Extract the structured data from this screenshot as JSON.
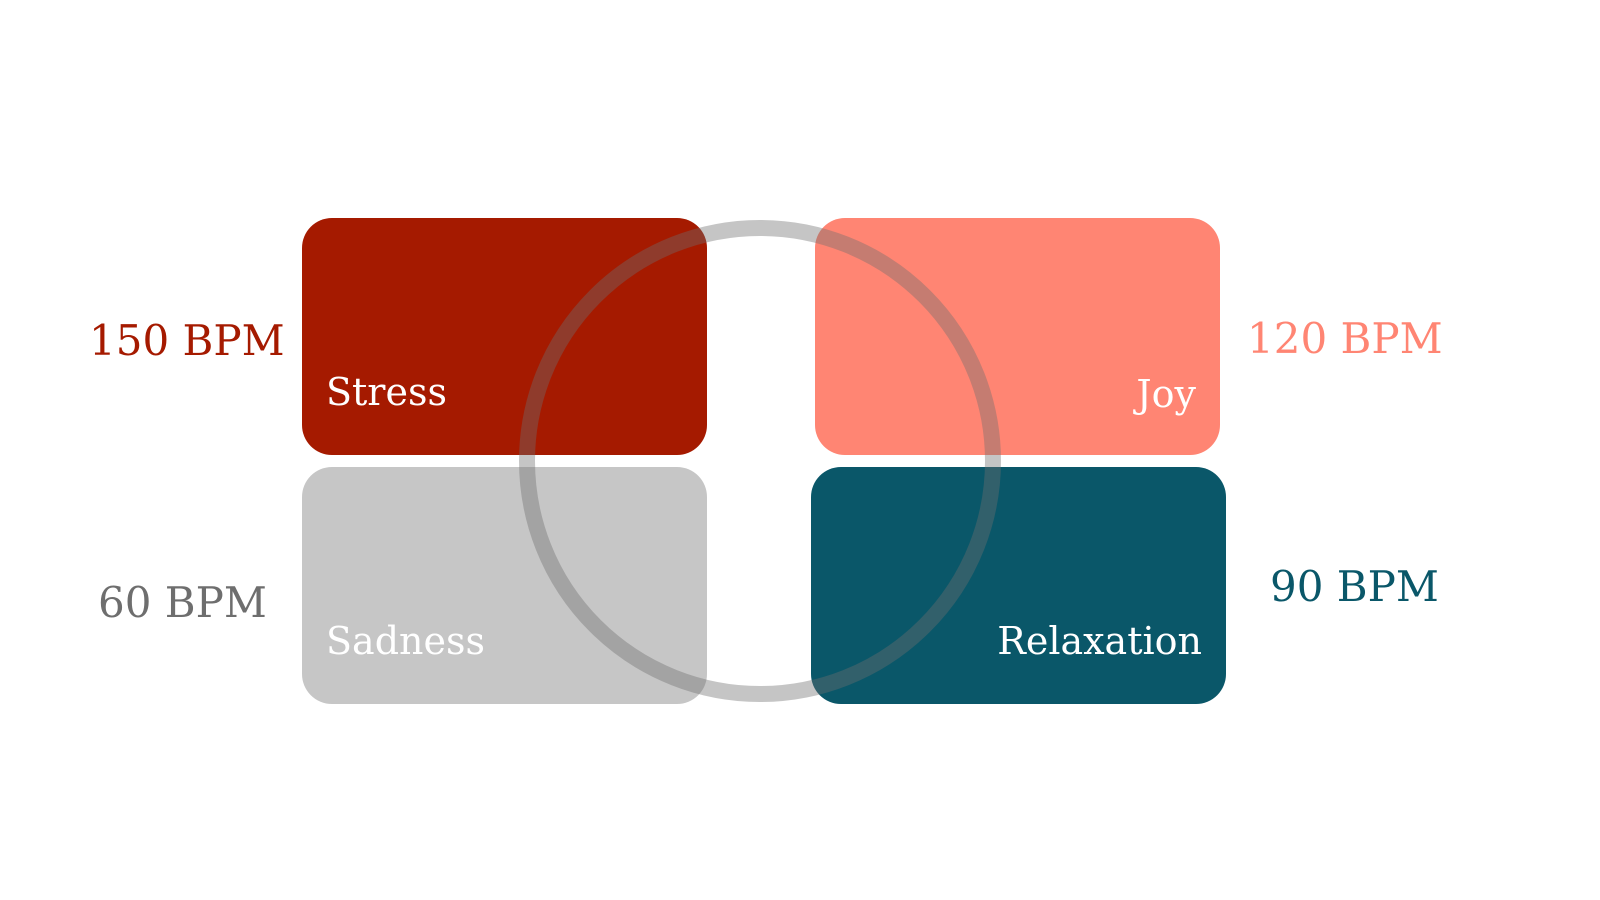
{
  "colors": {
    "stress": "#a51a00",
    "joy": "#ff8573",
    "sadness": "#c6c6c6",
    "relaxation": "#0a5769",
    "ring": "#6e6e6e",
    "sadness_bpm_text": "#6e6e6e",
    "label_text": "#ffffff"
  },
  "quadrants": {
    "stress": {
      "label": "Stress",
      "bpm": "150 BPM"
    },
    "joy": {
      "label": "Joy",
      "bpm": "120 BPM"
    },
    "sadness": {
      "label": "Sadness",
      "bpm": "60 BPM"
    },
    "relaxation": {
      "label": "Relaxation",
      "bpm": "90 BPM"
    }
  }
}
